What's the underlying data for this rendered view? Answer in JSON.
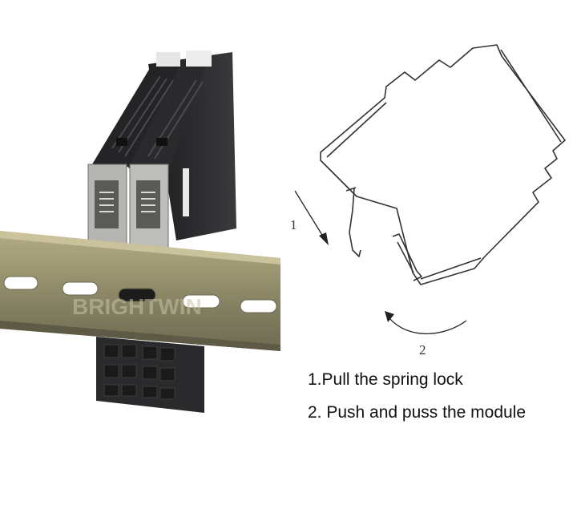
{
  "photo": {
    "watermark": "BRIGHTWIN"
  },
  "diagram": {
    "arrow_1_label": "1",
    "arrow_2_label": "2"
  },
  "instructions": {
    "step1": "1.Pull the spring lock",
    "step2": "2. Push and puss the module"
  },
  "colors": {
    "module_body": "#2c2c2e",
    "rail": "#8f8a68",
    "line": "#333333"
  }
}
